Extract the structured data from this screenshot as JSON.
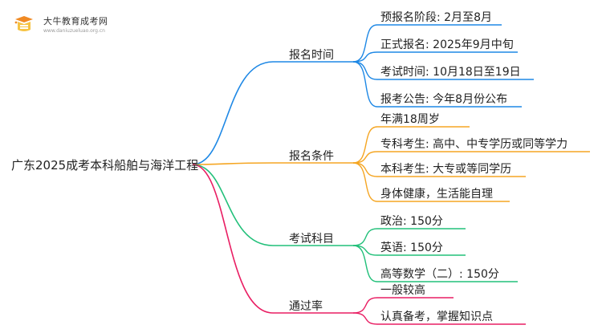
{
  "logo": {
    "name": "大牛教育成考网",
    "url": "www.daniuzueluao.org.cn",
    "icon": "graduation-book-icon",
    "colors": {
      "orange": "#f08a24",
      "gold": "#f6c343"
    }
  },
  "root": {
    "label": "广东2025成考本科船舶与海洋工程"
  },
  "branches": [
    {
      "label": "报名时间",
      "color": "#1e88e5",
      "leaves": [
        "预报名阶段: 2月至8月",
        "正式报名: 2025年9月中旬",
        "考试时间: 10月18日至19日",
        "报考公告: 今年8月份公布"
      ]
    },
    {
      "label": "报名条件",
      "color": "#f5a623",
      "leaves": [
        "年满18周岁",
        "专科考生: 高中、中专学历或同等学力",
        "本科考生: 大专或等同学历",
        "身体健康，生活能自理"
      ]
    },
    {
      "label": "考试科目",
      "color": "#22c07a",
      "leaves": [
        "政治: 150分",
        "英语: 150分",
        "高等数学（二）: 150分"
      ]
    },
    {
      "label": "通过率",
      "color": "#e91e63",
      "leaves": [
        "一般较高",
        "认真备考，掌握知识点"
      ]
    }
  ]
}
